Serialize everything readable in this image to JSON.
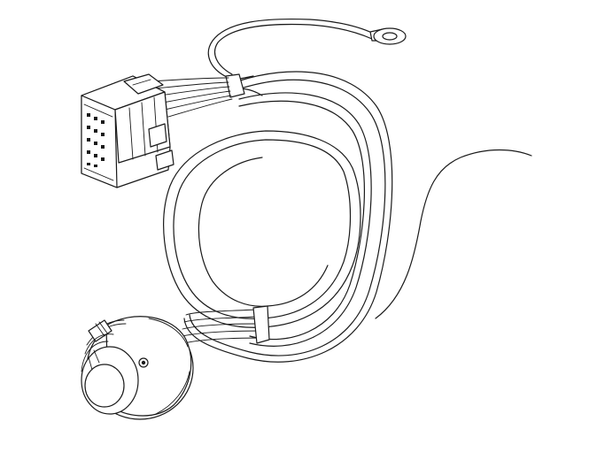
{
  "figure": {
    "parts": [
      {
        "name": "ring-terminal",
        "kind": "ground-eyelet"
      },
      {
        "name": "vehicle-connector",
        "kind": "multi-pin-plug"
      },
      {
        "name": "wiring-harness-loop",
        "kind": "cable-bundle"
      },
      {
        "name": "trailer-socket",
        "kind": "round-socket"
      },
      {
        "name": "signal-wire",
        "kind": "single-wire"
      }
    ],
    "colors": {
      "line": "#1a1a1a",
      "background": "#ffffff"
    }
  }
}
